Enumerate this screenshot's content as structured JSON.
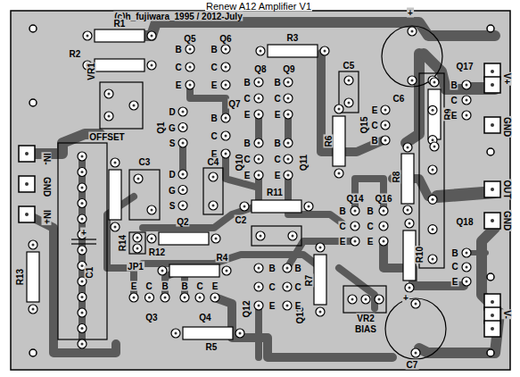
{
  "diagram": {
    "title": "Renew A12 Amplifier V1",
    "labels": [
      "(c)h_fujiwara_1995 / 2012-July",
      "R1",
      "R2",
      "VR1",
      "OFFSET",
      "Q5",
      "B",
      "C",
      "E",
      "Q6",
      "B",
      "C",
      "E",
      "R3",
      "Q8",
      "B",
      "C",
      "E",
      "Q9",
      "B",
      "C",
      "E",
      "Q7",
      "B",
      "C",
      "E",
      "Q1",
      "D",
      "G",
      "S",
      "C3",
      "Q2",
      "D",
      "G",
      "S",
      "C4",
      "Q10",
      "B",
      "C",
      "E",
      "Q11",
      "B",
      "C",
      "E",
      "C5",
      "C6",
      "+",
      "R6",
      "Q15",
      "E",
      "C",
      "B",
      "R9",
      "Q17",
      "B",
      "C",
      "E",
      "R8",
      "R11",
      "C2",
      "Q14",
      "B",
      "C",
      "E",
      "Q16",
      "B",
      "C",
      "E",
      "R14",
      "R12",
      "JP1",
      "R4",
      "R7",
      "VR2",
      "BIAS",
      "Q12",
      "B",
      "C",
      "E",
      "Q13",
      "B",
      "C",
      "E",
      "Q3",
      "E",
      "C",
      "B",
      "Q4",
      "B",
      "C",
      "E",
      "R5",
      "C1",
      "+",
      "R13",
      "R10",
      "Q18",
      "B",
      "C",
      "E",
      "C7",
      "+",
      "IN-",
      "GND",
      "IN+",
      "V+",
      "GND",
      "OUT",
      "GND",
      "V-"
    ]
  }
}
